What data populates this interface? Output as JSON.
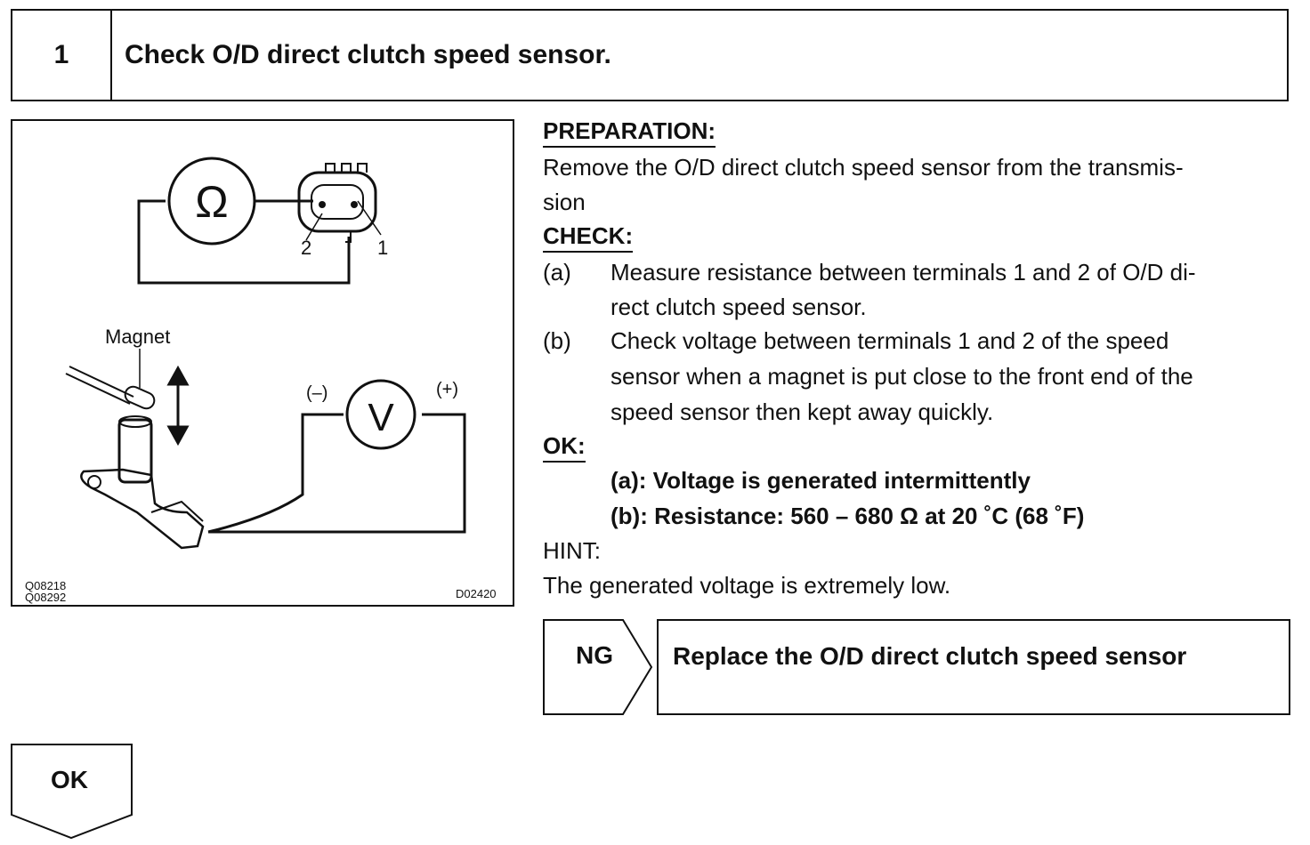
{
  "step": {
    "number": "1",
    "title": "Check O/D direct clutch speed sensor."
  },
  "figure": {
    "ohm_symbol": "Ω",
    "volt_symbol": "V",
    "terminal_1": "1",
    "terminal_2": "2",
    "magnet_label": "Magnet",
    "minus_label": "(–)",
    "plus_label": "(+)",
    "code_left_1": "Q08218",
    "code_left_2": "Q08292",
    "code_right": "D02420"
  },
  "preparation": {
    "heading": "PREPARATION:",
    "line1": "Remove the O/D direct clutch speed sensor from the transmis-",
    "line2": "sion"
  },
  "check": {
    "heading": "CHECK:",
    "items": [
      {
        "label": "(a)",
        "line1": "Measure resistance between terminals 1 and 2 of O/D di-",
        "line2": "rect clutch speed sensor."
      },
      {
        "label": "(b)",
        "line1": "Check voltage between terminals 1 and 2 of the speed",
        "line2": "sensor when a magnet is put close to the front end of the",
        "line3": "speed sensor then kept away quickly."
      }
    ]
  },
  "ok": {
    "heading": "OK:",
    "a": "(a): Voltage is generated intermittently",
    "b": "(b): Resistance: 560 – 680 Ω at 20 ˚C (68 ˚F)"
  },
  "hint": {
    "heading": "HINT:",
    "text": "The generated voltage is extremely low."
  },
  "ng": {
    "label": "NG",
    "result": "Replace the O/D direct clutch speed sensor"
  },
  "ok_flow": {
    "label": "OK"
  }
}
